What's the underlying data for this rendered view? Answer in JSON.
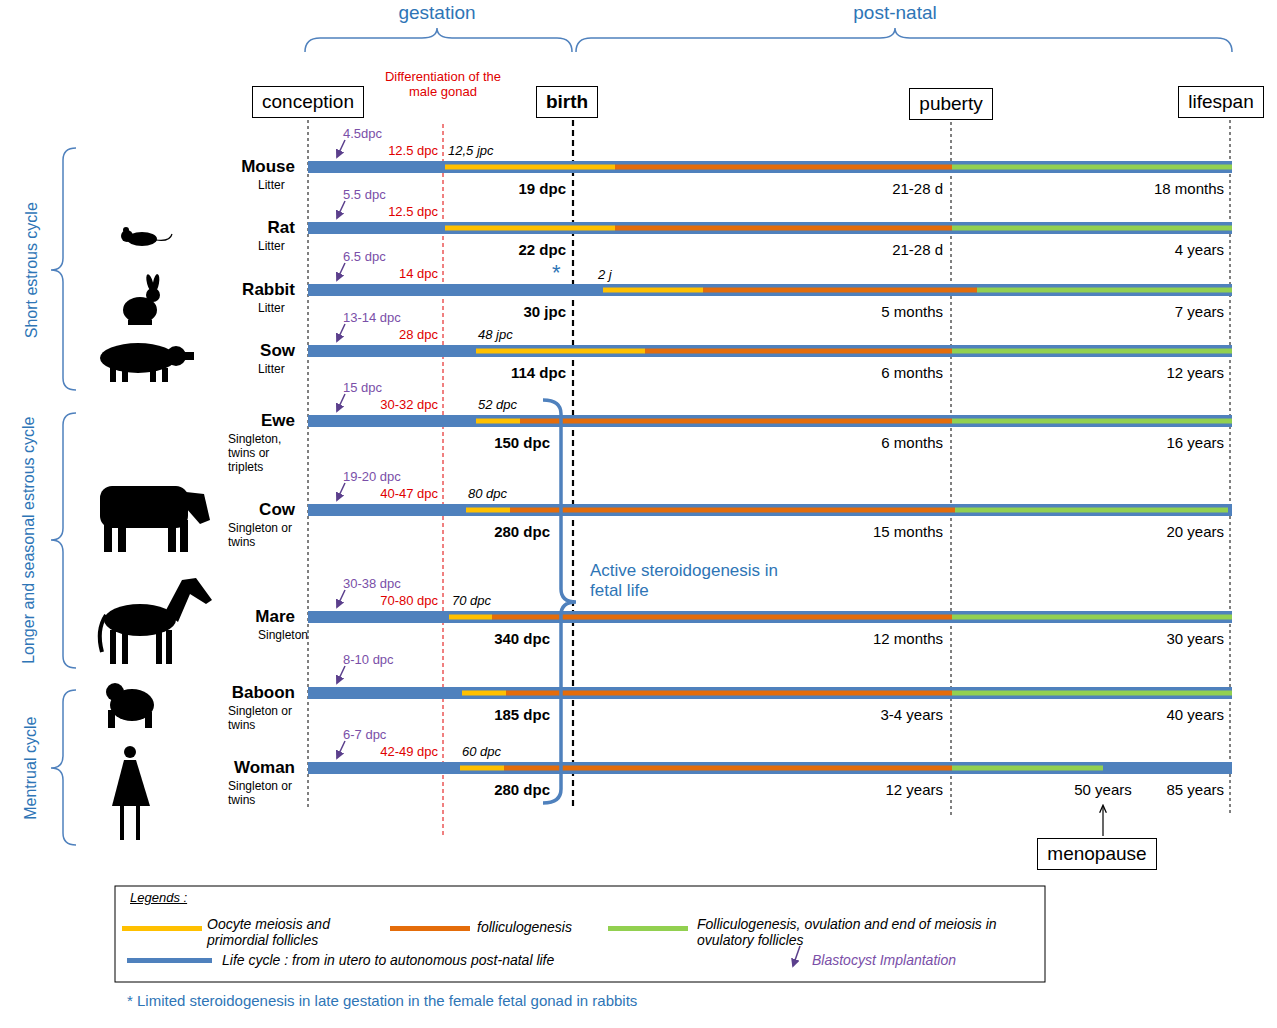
{
  "diagram": {
    "nodes": [
      {
        "text": [
          "conception"
        ]
      },
      {
        "text": [
          "birth"
        ]
      },
      {
        "text": [
          "puberty"
        ]
      },
      {
        "text": [
          "lifespan"
        ]
      },
      {
        "text": [
          "menopause"
        ]
      }
    ],
    "labels": [
      "gestation",
      "post-natal",
      "Differentiation of the male gonad",
      "Mouse",
      "Litter",
      "4.5dpc",
      "12.5 dpc",
      "12,5 jpc",
      "19 dpc",
      "21-28 d",
      "18 months",
      "Rat",
      "Litter",
      "5.5 dpc",
      "12.5 dpc",
      "22 dpc",
      "21-28 d",
      "4 years",
      "Rabbit",
      "Litter",
      "6.5 dpc",
      "14 dpc",
      "*",
      "2 j",
      "30 jpc",
      "5 months",
      "7 years",
      "Sow",
      "Litter",
      "13-14 dpc",
      "28 dpc",
      "48 jpc",
      "114 dpc",
      "6 months",
      "12 years",
      "Ewe",
      "Singleton, twins or triplets",
      "15 dpc",
      "30-32 dpc",
      "52 dpc",
      "150 dpc",
      "6 months",
      "16 years",
      "Cow",
      "Singleton or twins",
      "19-20 dpc",
      "40-47 dpc",
      "80 dpc",
      "280 dpc",
      "15 months",
      "20 years",
      "Mare",
      "Singleton",
      "30-38 dpc",
      "70-80 dpc",
      "70 dpc",
      "340 dpc",
      "12 months",
      "30 years",
      "Baboon",
      "Singleton or twins",
      "8-10 dpc",
      "185 dpc",
      "3-4 years",
      "40 years",
      "Woman",
      "Singleton or twins",
      "6-7 dpc",
      "42-49 dpc",
      "60 dpc",
      "280 dpc",
      "12 years",
      "50 years",
      "85 years",
      "Short estrous cycle",
      "Longer and seasonal estrous cycle",
      "Mentrual cycle",
      "Active steroidogenesis in fetal life",
      "Legends :",
      "* Limited steroidogenesis in late gestation in the female fetal gonad in rabbits"
    ],
    "legend": [
      {
        "text": "Oocyte meiosis and primordial follicles",
        "color": "#FFC000"
      },
      {
        "text": "folliculogenesis",
        "color": "#E46C0A"
      },
      {
        "text": "Folliculogenesis, ovulation and end of meiosis in ovulatory follicles",
        "color": "#92D050"
      },
      {
        "text": "Life cycle : from in utero to autonomous post-natal life",
        "color": "#4F81BD"
      },
      {
        "text": "Blastocyst Implantation"
      }
    ]
  }
}
